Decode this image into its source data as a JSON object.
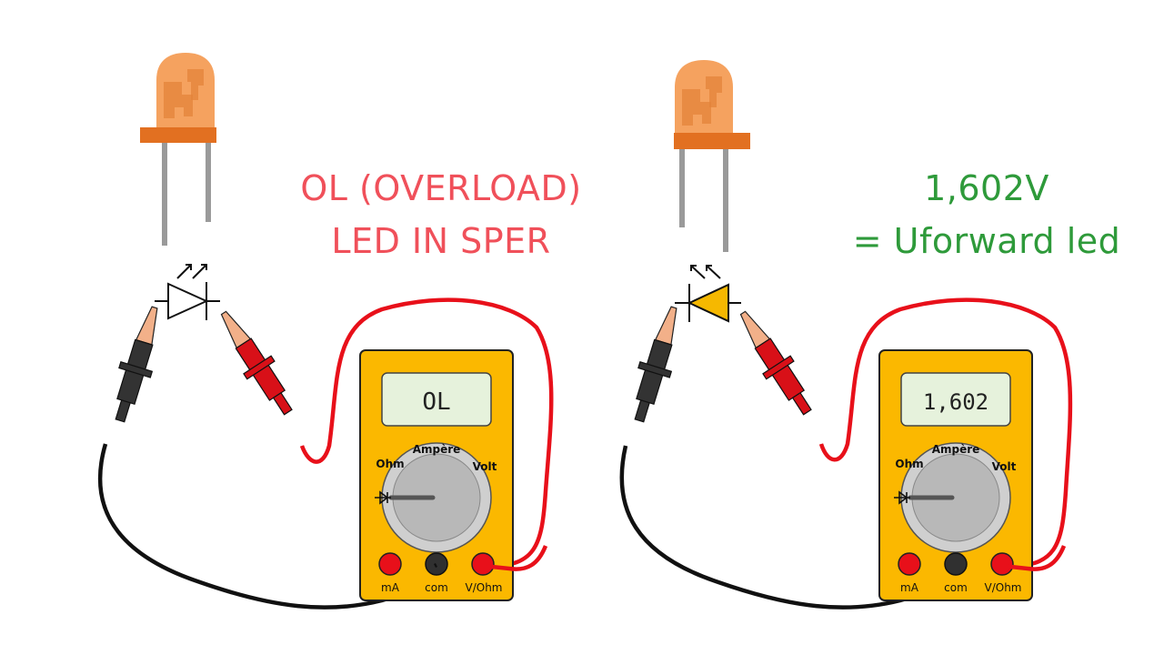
{
  "colors": {
    "led_body": "#f5a25f",
    "led_inner": "#e3833a",
    "led_base": "#e27021",
    "lead_gray": "#9a9a9a",
    "diode_fill_lit": "#f6b800",
    "meter_body": "#fbb800",
    "lcd": "#e6f2dc",
    "dial_outer": "#cfcfcf",
    "dial_inner": "#b8b8b8",
    "socket_red": "#e8101a",
    "socket_black": "#303030",
    "wire_red": "#e8101a",
    "wire_black": "#111111",
    "probe_red": "#d81018",
    "probe_black": "#333333",
    "probe_tip": "#f2b089",
    "left_caption_color": "#f0505a",
    "right_caption_color": "#2e9a3a"
  },
  "left": {
    "caption_line1": "OL (OVERLOAD)",
    "caption_line2": "LED IN SPER",
    "meter": {
      "display": "OL",
      "label_ohm": "Ohm",
      "label_ampere": "Ampère",
      "label_volt": "Volt",
      "socket_ma": "mA",
      "socket_com": "com",
      "socket_vohm": "V/Ohm"
    }
  },
  "right": {
    "caption_line1": "1,602V",
    "caption_line2": "= Uforward led",
    "meter": {
      "display": "1,602",
      "label_ohm": "Ohm",
      "label_ampere": "Ampère",
      "label_volt": "Volt",
      "socket_ma": "mA",
      "socket_com": "com",
      "socket_vohm": "V/Ohm"
    }
  }
}
